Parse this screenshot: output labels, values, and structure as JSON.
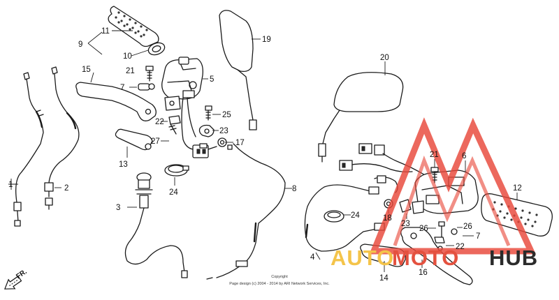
{
  "diagram": {
    "part_numbers": [
      "1",
      "2",
      "3",
      "4",
      "5",
      "6",
      "7",
      "7",
      "8",
      "9",
      "10",
      "11",
      "12",
      "13",
      "14",
      "15",
      "16",
      "17",
      "18",
      "19",
      "20",
      "21",
      "21",
      "22",
      "22",
      "23",
      "23",
      "24",
      "24",
      "25",
      "26",
      "26",
      "27"
    ],
    "direction_marker": "FR.",
    "copyright_line1": "Copyright",
    "copyright_line2": "Page design (c) 2004 - 2014 by ARI Network Services, Inc."
  },
  "watermark": {
    "part1": "AUTO",
    "part2": "MOTO",
    "part3": "HUB",
    "colors": {
      "triangle": "#e8483a",
      "auto": "#f4c44a",
      "moto": "#e4513f",
      "hub": "#2b2b2b"
    }
  }
}
